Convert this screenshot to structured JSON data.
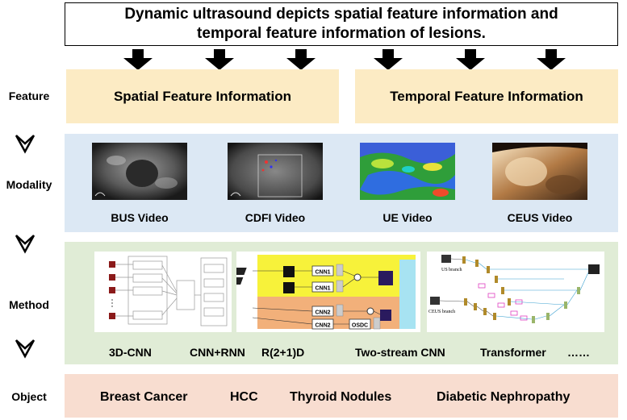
{
  "title": {
    "line1": "Dynamic ultrasound depicts spatial feature information and",
    "line2": "temporal feature information of lesions."
  },
  "rows": {
    "feature": "Feature",
    "modality": "Modality",
    "method": "Method",
    "object": "Object"
  },
  "features": {
    "spatial": "Spatial Feature Information",
    "temporal": "Temporal Feature Information"
  },
  "modalities": [
    "BUS Video",
    "CDFI Video",
    "UE Video",
    "CEUS Video"
  ],
  "methods": [
    "3D-CNN",
    "CNN+RNN",
    "R(2+1)D",
    "Two-stream CNN",
    "Transformer",
    "……"
  ],
  "objects": [
    "Breast Cancer",
    "HCC",
    "Thyroid Nodules",
    "Diabetic Nephropathy"
  ],
  "figure_text": {
    "cnn1": "CNN1",
    "cnn2": "CNN2",
    "osdc": "OSDC",
    "us_branch": "US branch",
    "ceus_branch": "CEUS branch"
  },
  "colors": {
    "feature_box": "#fcebc4",
    "modality_band": "#dce8f4",
    "method_band": "#e0ecd6",
    "object_band": "#f8ddd0"
  }
}
